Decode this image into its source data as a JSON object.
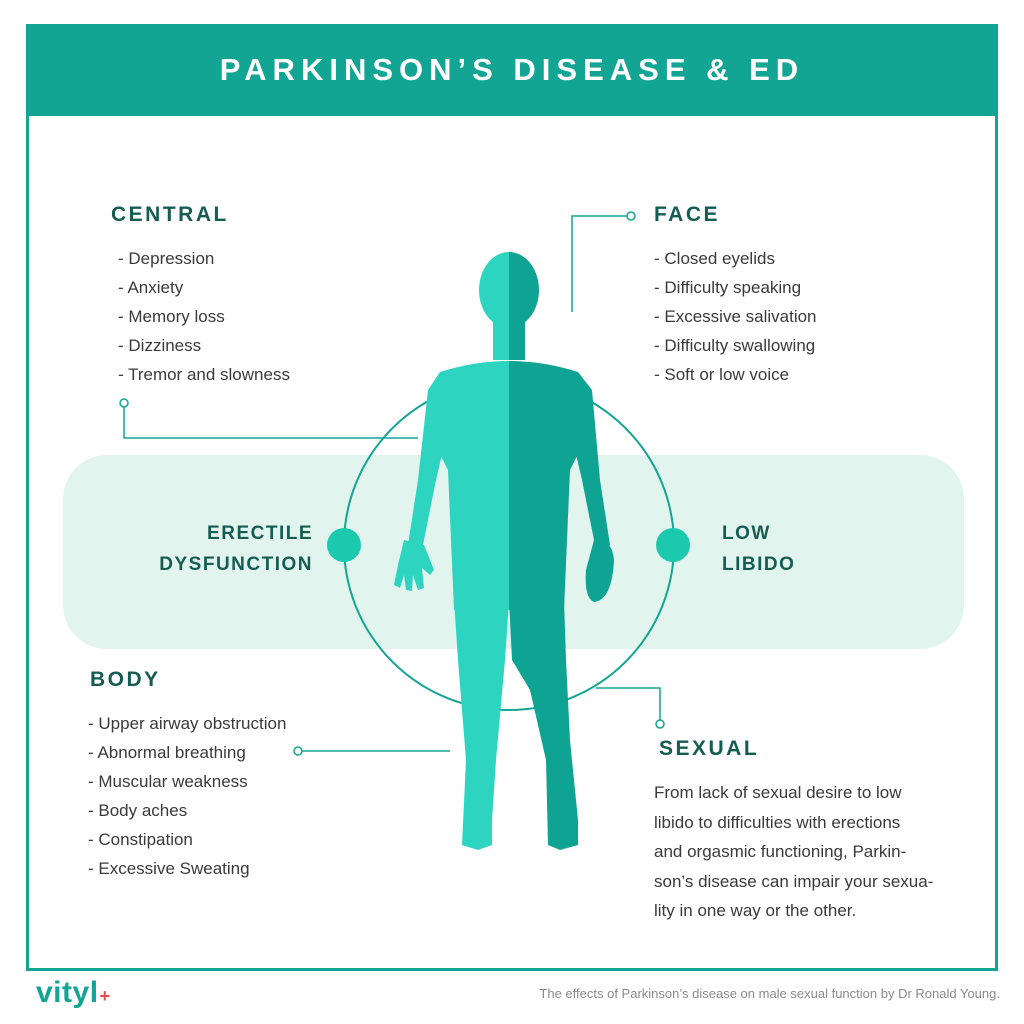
{
  "title": "PARKINSON’S DISEASE & ED",
  "central": {
    "heading": "CENTRAL",
    "items": [
      "- Depression",
      "- Anxiety",
      "- Memory loss",
      "- Dizziness",
      "- Tremor and slowness"
    ]
  },
  "face": {
    "heading": "FACE",
    "items": [
      "- Closed eyelids",
      "- Difficulty speaking",
      "- Excessive salivation",
      "- Difficulty swallowing",
      "- Soft or low voice"
    ]
  },
  "center_labels": {
    "left_line1": "ERECTILE",
    "left_line2": "DYSFUNCTION",
    "right_line1": "LOW",
    "right_line2": "LIBIDO"
  },
  "body": {
    "heading": "BODY",
    "items": [
      "- Upper airway obstruction",
      "- Abnormal breathing",
      "- Muscular weakness",
      "- Body aches",
      "- Constipation",
      "- Excessive Sweating"
    ]
  },
  "sexual": {
    "heading": "SEXUAL",
    "lines": [
      "From lack of sexual desire to low",
      "libido to difficulties with erections",
      "and orgasmic functioning, Parkin-",
      "son’s disease can impair your sexua-",
      "lity in one way or the other."
    ]
  },
  "brand": {
    "name": "vityl",
    "mark": "+"
  },
  "footer": "The effects of Parkinson’s disease on male sexual function by Dr Ronald Young.",
  "colors": {
    "teal": "#12a593",
    "teal_light": "#2dd4c0",
    "teal_dark": "#0ea393",
    "band": "#e1f4ee",
    "heading": "#155d52",
    "accent_red": "#f0474f"
  }
}
